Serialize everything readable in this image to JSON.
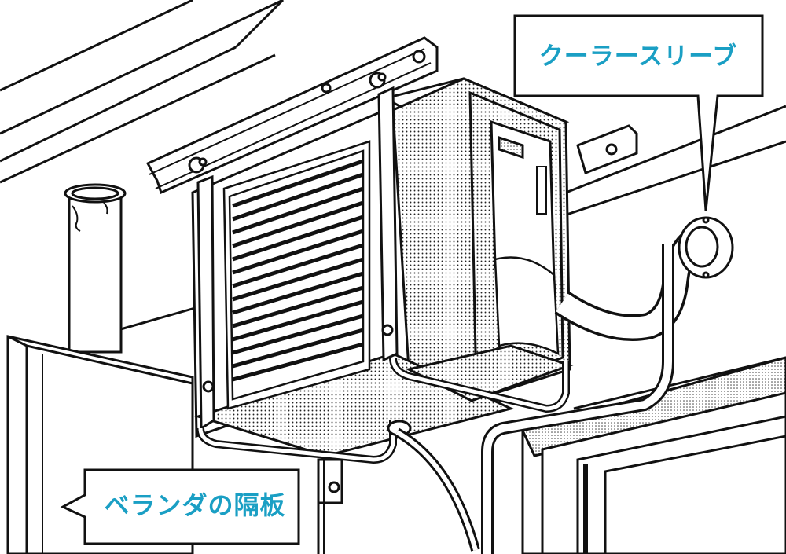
{
  "labels": {
    "cooler_sleeve": "クーラースリーブ",
    "veranda_partition": "ベランダの隔板"
  },
  "colors": {
    "label_text": "#1a9fc4",
    "line": "#111111",
    "background": "#ffffff"
  },
  "icons": {
    "main_subject": "outdoor-aircon-unit",
    "bracket": "wall-mount-bracket",
    "sleeve": "wall-sleeve-ring",
    "pipe": "drain-pipe"
  }
}
